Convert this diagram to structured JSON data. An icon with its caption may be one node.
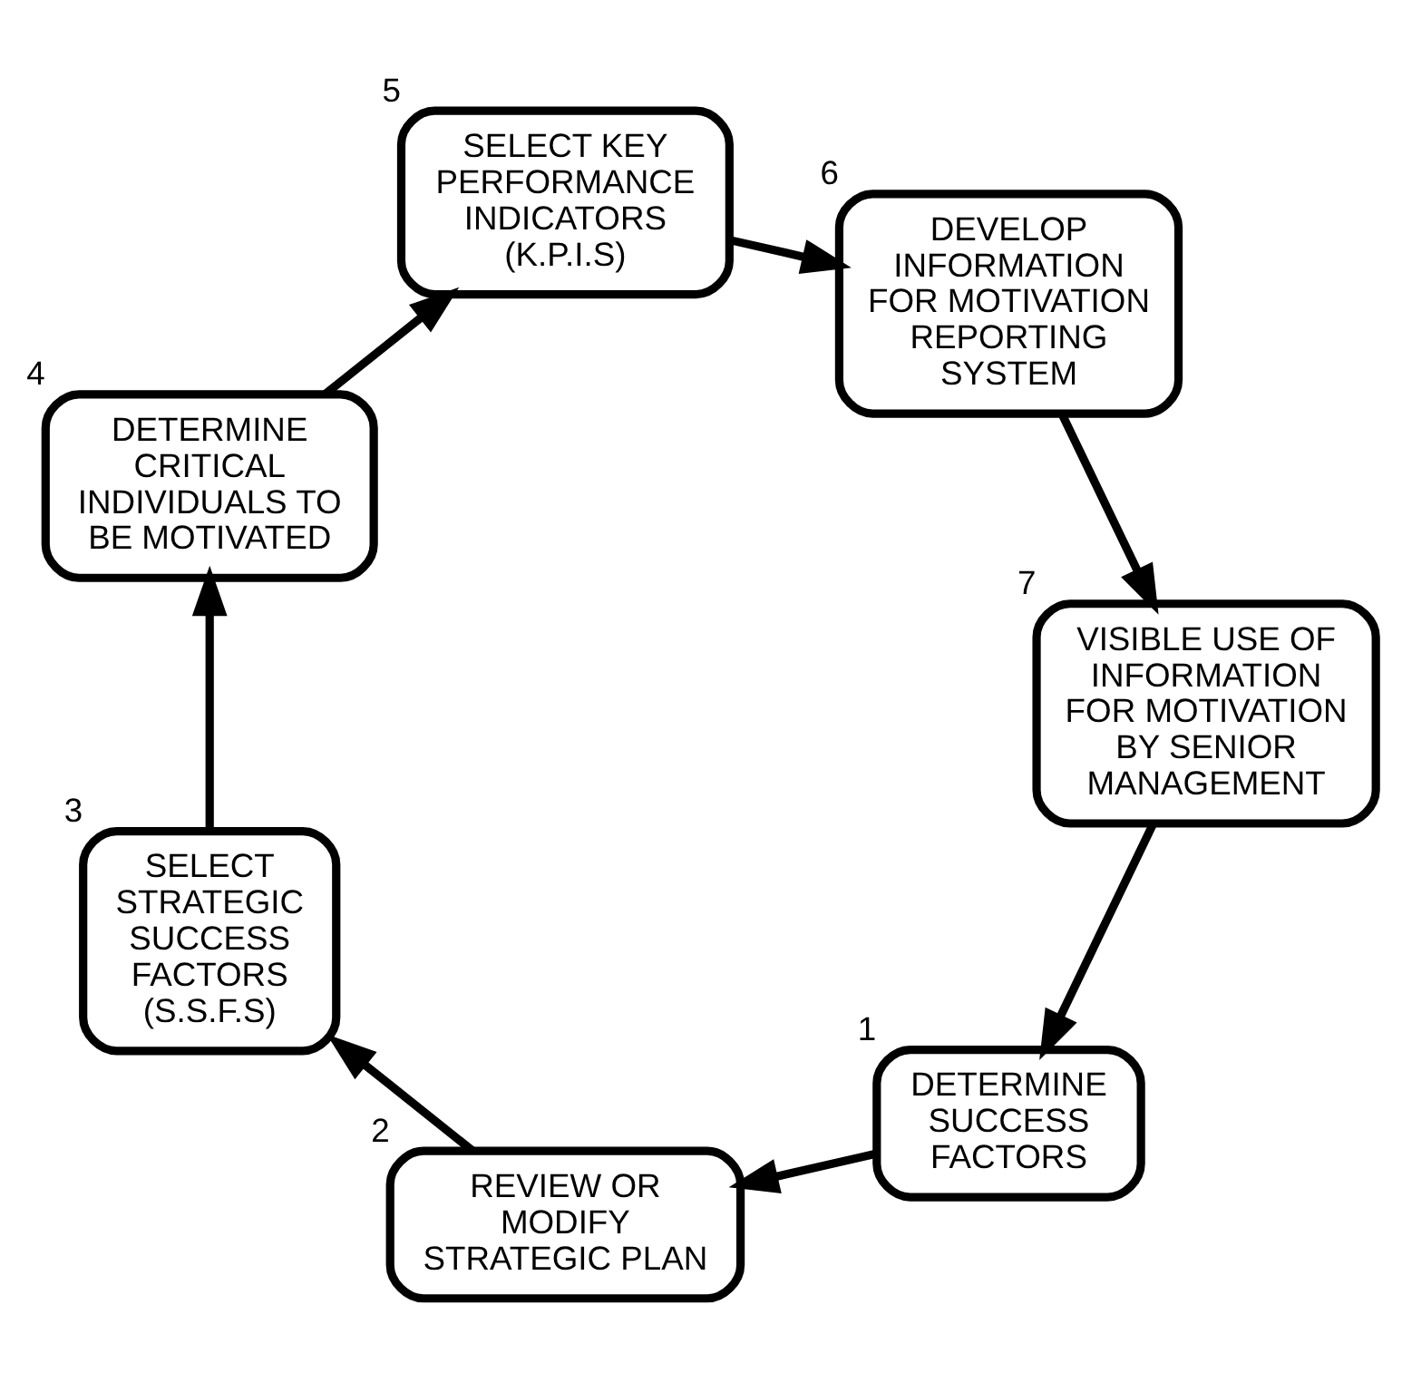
{
  "diagram": {
    "nodes": [
      {
        "text": [
          "DETERMINE SUCCESS FACTORS"
        ],
        "beside": [
          "1"
        ]
      },
      {
        "text": [
          "REVIEW OR MODIFY STRATEGIC PLAN"
        ],
        "beside": [
          "2"
        ]
      },
      {
        "text": [
          "SELECT STRATEGIC SUCCESS FACTORS (S.S.F.S)"
        ],
        "beside": [
          "3"
        ]
      },
      {
        "text": [
          "DETERMINE CRITICAL INDIVIDUALS TO BE MOTIVATED"
        ],
        "beside": [
          "4"
        ]
      },
      {
        "text": [
          "SELECT KEY PERFORMANCE INDICATORS (K.P.I.S)"
        ],
        "beside": [
          "5"
        ]
      },
      {
        "text": [
          "DEVELOP INFORMATION FOR MOTIVATION REPORTING SYSTEM"
        ],
        "beside": [
          "6"
        ]
      },
      {
        "text": [
          "VISIBLE USE OF INFORMATION FOR MOTIVATION BY SENIOR MANAGEMENT"
        ],
        "beside": [
          "7"
        ]
      }
    ],
    "edges": [
      {
        "from": 0,
        "to": 1,
        "arrow": "to"
      },
      {
        "from": 1,
        "to": 2,
        "arrow": "to"
      },
      {
        "from": 2,
        "to": 3,
        "arrow": "to"
      },
      {
        "from": 3,
        "to": 4,
        "arrow": "to"
      },
      {
        "from": 4,
        "to": 5,
        "arrow": "to"
      },
      {
        "from": 5,
        "to": 6,
        "arrow": "to"
      },
      {
        "from": 6,
        "to": 0,
        "arrow": "to"
      }
    ]
  }
}
